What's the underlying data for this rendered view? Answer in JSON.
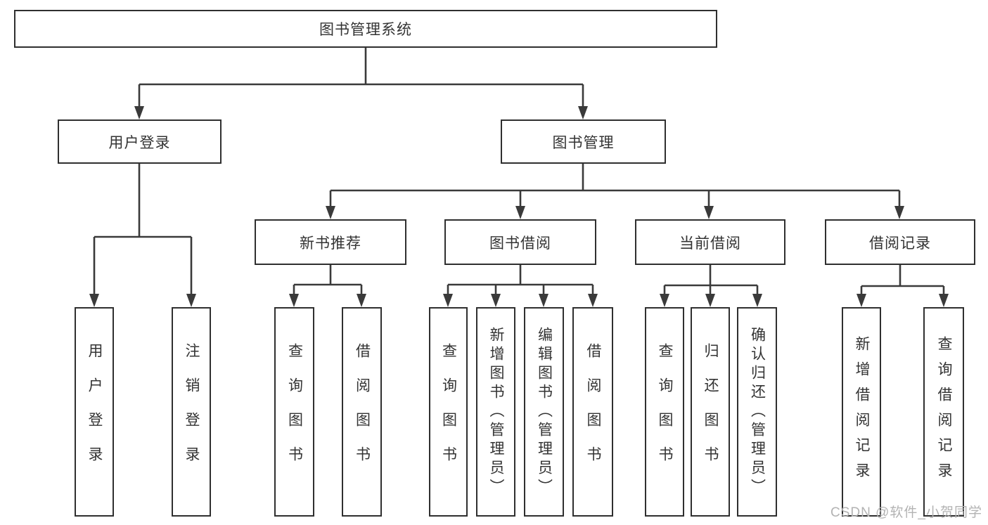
{
  "colors": {
    "background": "#ffffff",
    "border": "#2f2f2f",
    "line": "#3a3a3a",
    "text": "#333333",
    "watermark": "#b3b3b3"
  },
  "tree": {
    "root": "图书管理系统",
    "branches": [
      {
        "label": "用户登录",
        "leaves": [
          "用户登录",
          "注销登录"
        ]
      },
      {
        "label": "图书管理",
        "sections": [
          {
            "label": "新书推荐",
            "leaves": [
              "查询图书",
              "借阅图书"
            ]
          },
          {
            "label": "图书借阅",
            "leaves": [
              "查询图书",
              "新增图书（管理员）",
              "编辑图书（管理员）",
              "借阅图书"
            ]
          },
          {
            "label": "当前借阅",
            "leaves": [
              "查询图书",
              "归还图书",
              "确认归还（管理员）"
            ]
          },
          {
            "label": "借阅记录",
            "leaves": [
              "新增借阅记录",
              "查询借阅记录"
            ]
          }
        ]
      }
    ]
  },
  "watermark": "CSDN @软件_小贺同学"
}
